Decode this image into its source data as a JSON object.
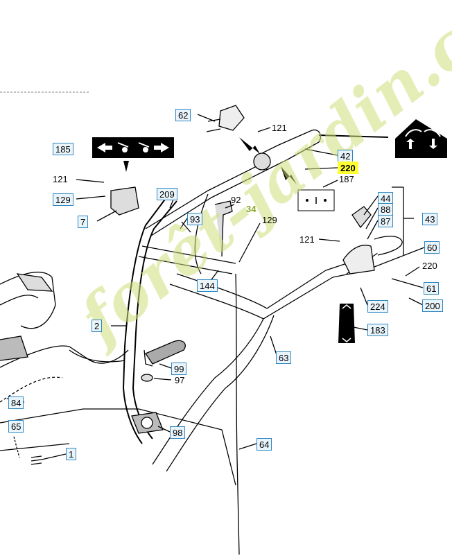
{
  "callouts": {
    "c185": "185",
    "c121a": "121",
    "c129a": "129",
    "c7": "7",
    "c62": "62",
    "c121b": "121",
    "c42": "42",
    "c220a": "220",
    "c187": "187",
    "c209": "209",
    "c93": "93",
    "c92": "92",
    "c34": "34",
    "c129b": "129",
    "c144": "144",
    "c44": "44",
    "c88": "88",
    "c87": "87",
    "c43": "43",
    "c121c": "121",
    "c60": "60",
    "c220b": "220",
    "c61": "61",
    "c200": "200",
    "c224": "224",
    "c183": "183",
    "c2": "2",
    "c63": "63",
    "c99": "99",
    "c97": "97",
    "c84": "84",
    "c65": "65",
    "c98": "98",
    "c1": "1",
    "c64": "64"
  },
  "watermark": "forêt-jardin.com",
  "colors": {
    "callout_border": "#2e86c1",
    "highlight": "#ffff33",
    "watermark": "#cdde78"
  }
}
